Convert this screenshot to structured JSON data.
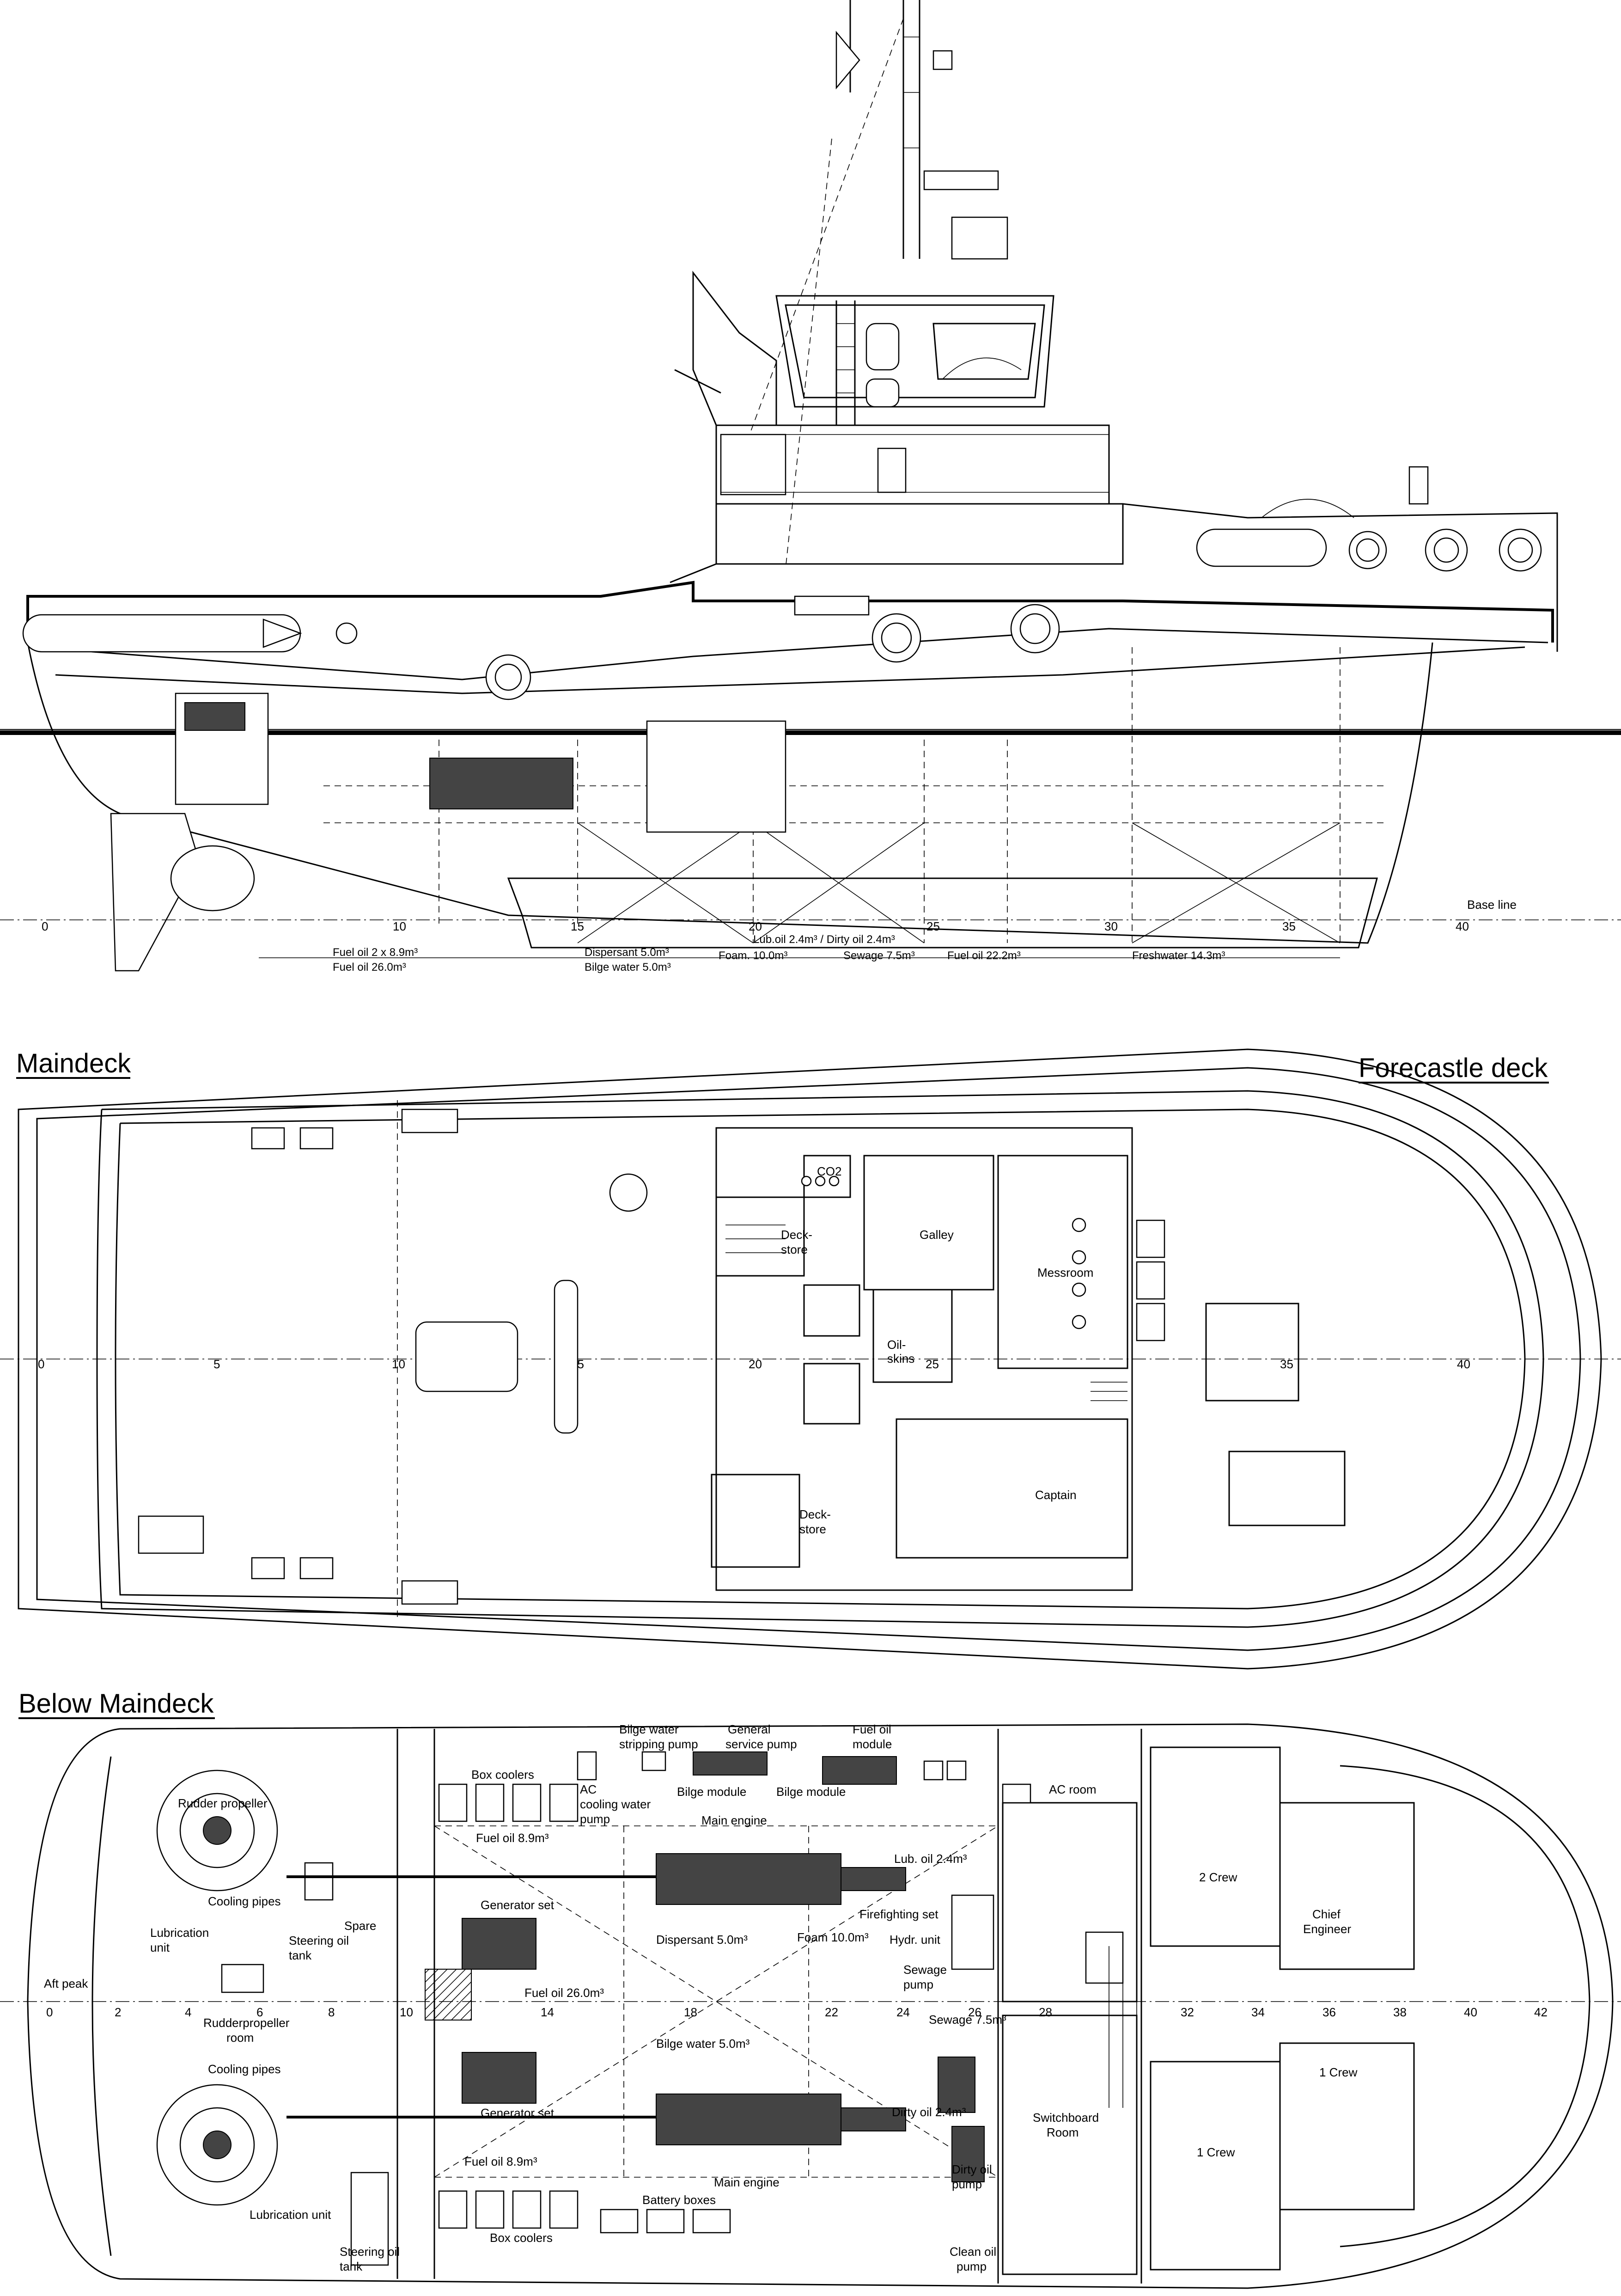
{
  "profile": {
    "base_line_label": "Base line",
    "frame_numbers": [
      "0",
      "10",
      "15",
      "20",
      "25",
      "30",
      "35",
      "40"
    ],
    "tanks_row1": [
      "Fuel oil 2 x 8.9m³",
      "Dispersant 5.0m³",
      "Lub.oil  2.4m³ / Dirty oil 2.4m³"
    ],
    "tanks_row2": [
      "Fuel oil 26.0m³",
      "Bilge water 5.0m³",
      "Foam. 10.0m³",
      "Sewage 7.5m³",
      "Fuel oil 22.2m³",
      "Freshwater 14.3m³"
    ]
  },
  "maindeck": {
    "title_left": "Maindeck",
    "title_right": "Forecastle deck",
    "frame_numbers": [
      "0",
      "5",
      "10",
      "15",
      "20",
      "25",
      "35",
      "40"
    ],
    "rooms": {
      "co2": "CO2",
      "deckstore_top_1": "Deck-",
      "deckstore_top_2": "store",
      "galley": "Galley",
      "messroom": "Messroom",
      "oilskins_1": "Oil-",
      "oilskins_2": "skins",
      "deckstore_bottom_1": "Deck-",
      "deckstore_bottom_2": "store",
      "captain": "Captain"
    }
  },
  "below_maindeck": {
    "title": "Below Maindeck",
    "frame_numbers": [
      "0",
      "2",
      "4",
      "6",
      "8",
      "10",
      "14",
      "18",
      "22",
      "24",
      "26",
      "28",
      "32",
      "34",
      "36",
      "38",
      "40",
      "42"
    ],
    "labels": {
      "rudder_propeller": "Rudder propeller",
      "cooling_pipes_top": "Cooling pipes",
      "lubrication_unit_top_1": "Lubrication",
      "lubrication_unit_top_2": "unit",
      "spare_1": "Spare",
      "steering_oil_tank_top_1": "Steering oil",
      "steering_oil_tank_top_2": "tank",
      "aft_peak": "Aft peak",
      "rudderpropeller_room_1": "Rudderpropeller",
      "rudderpropeller_room_2": "room",
      "cooling_pipes_bottom": "Cooling pipes",
      "lubrication_unit_bottom": "Lubrication unit",
      "steering_oil_tank_bottom_1": "Steering oil",
      "steering_oil_tank_bottom_2": "tank",
      "box_coolers_top": "Box coolers",
      "ac_pump_1": "AC",
      "ac_pump_2": "cooling water",
      "ac_pump_3": "pump",
      "bilge_stripping_1": "Bilge water",
      "bilge_stripping_2": "stripping pump",
      "general_service_1": "General",
      "general_service_2": "service pump",
      "fuel_oil_module_1": "Fuel oil",
      "fuel_oil_module_2": "module",
      "bilge_module_left": "Bilge module",
      "bilge_module_right": "Bilge module",
      "main_engine_top": "Main engine",
      "fuel_oil_top": "Fuel oil 8.9m³",
      "generator_set_top": "Generator set",
      "fuel_oil_center": "Fuel oil 26.0m³",
      "generator_set_bottom": "Generator set",
      "fuel_oil_bottom": "Fuel oil 8.9m³",
      "box_coolers_bottom": "Box coolers",
      "battery_boxes": "Battery boxes",
      "main_engine_bottom": "Main engine",
      "dispersant": "Dispersant 5.0m³",
      "foam": "Foam 10.0m³",
      "firefighting_set": "Firefighting set",
      "hydr_unit": "Hydr. unit",
      "lub_oil": "Lub. oil 2.4m³",
      "bilge_water": "Bilge water 5.0m³",
      "sewage_pump_1": "Sewage",
      "sewage_pump_2": "pump",
      "sewage_tank": "Sewage 7.5m³",
      "dirty_oil_tank": "Dirty oil 2.4m³",
      "dirty_oil_pump_1": "Dirty oil",
      "dirty_oil_pump_2": "pump",
      "clean_oil_pump_1": "Clean oil",
      "clean_oil_pump_2": "pump",
      "ac_room": "AC room",
      "switchboard_room_1": "Switchboard",
      "switchboard_room_2": "Room",
      "crew_2": "2 Crew",
      "chief_engineer_1": "Chief",
      "chief_engineer_2": "Engineer",
      "crew_1_right": "1 Crew",
      "crew_1_left": "1 Crew"
    }
  }
}
